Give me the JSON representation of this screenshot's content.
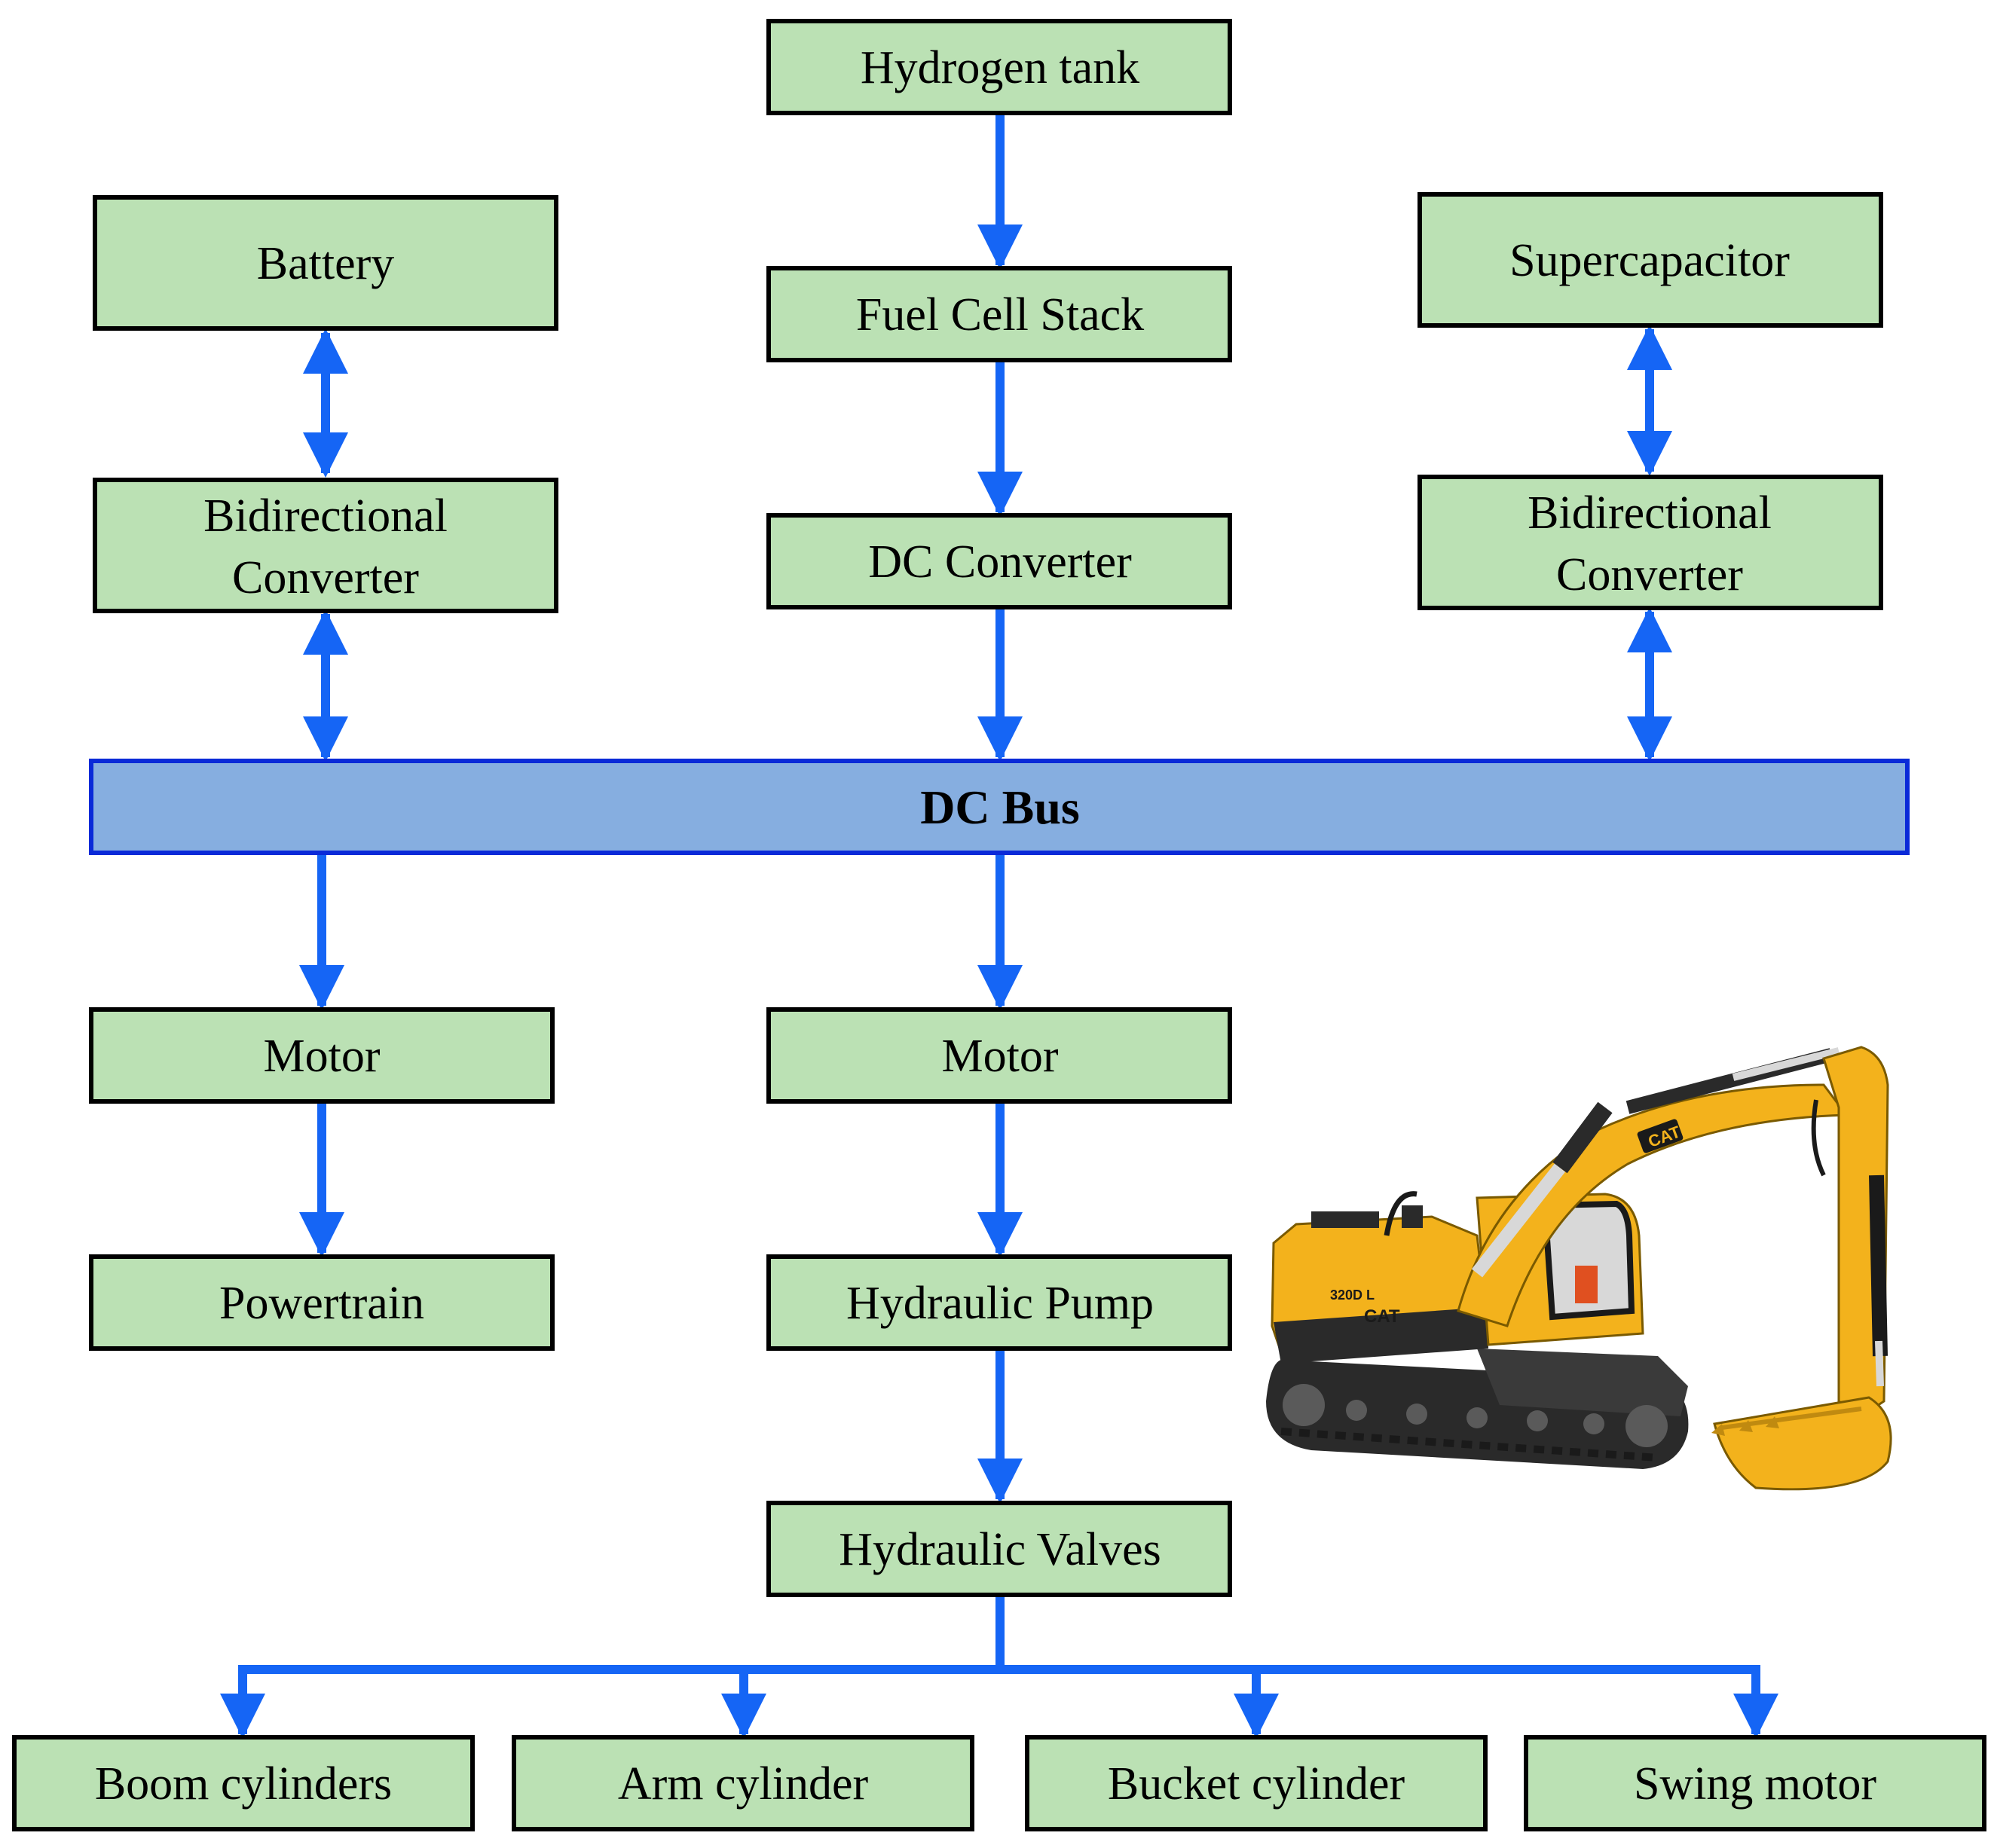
{
  "colors": {
    "box_fill": "#bbe1b4",
    "box_border": "#000000",
    "bus_fill": "#86aee0",
    "bus_border": "#0a2ad8",
    "arrow": "#1565f5"
  },
  "nodes": {
    "hydrogen_tank": "Hydrogen tank",
    "fuel_cell_stack": "Fuel Cell Stack",
    "dc_converter": "DC Converter",
    "battery": "Battery",
    "bidir_left_line1": "Bidirectional",
    "bidir_left_line2": "Converter",
    "supercapacitor": "Supercapacitor",
    "bidir_right_line1": "Bidirectional",
    "bidir_right_line2": "Converter",
    "dc_bus": "DC Bus",
    "motor_left": "Motor",
    "powertrain": "Powertrain",
    "motor_center": "Motor",
    "hydraulic_pump": "Hydraulic Pump",
    "hydraulic_valves": "Hydraulic Valves",
    "boom_cylinders": "Boom cylinders",
    "arm_cylinder": "Arm cylinder",
    "bucket_cylinder": "Bucket cylinder",
    "swing_motor": "Swing motor"
  },
  "excavator": {
    "icon": "excavator-illustration",
    "body_color": "#f3b21c",
    "dark_color": "#2a2a2a",
    "brand_text": "CAT",
    "model_text": "320D L"
  }
}
